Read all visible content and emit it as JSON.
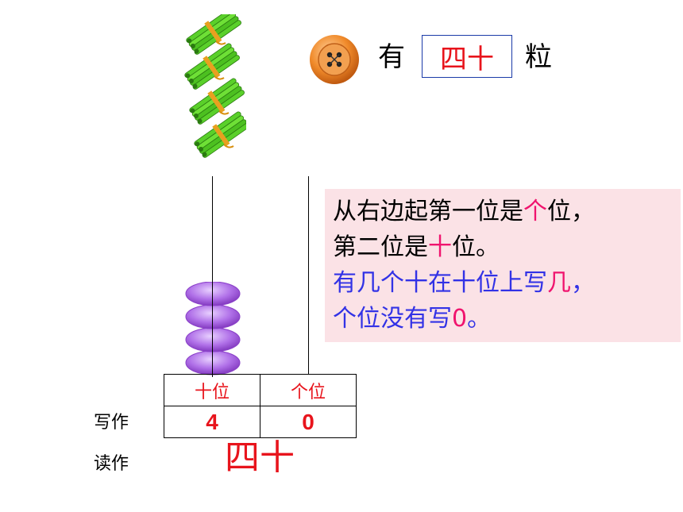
{
  "top": {
    "has_text": "有",
    "answer": "四十",
    "unit_text": "粒"
  },
  "rule": {
    "line1_a": "从右边起第一位是",
    "line1_b": "个",
    "line1_c": "位，",
    "line2_a": "第二位是",
    "line2_b": "十",
    "line2_c": "位。",
    "line3_a": "有几个十在十位上写",
    "line3_b": "几",
    "line3_c": "，",
    "line4_a": "个位没有写",
    "line4_b": "0",
    "line4_c": "。"
  },
  "place_table": {
    "tens_header": "十位",
    "ones_header": "个位",
    "tens_digit": "4",
    "ones_digit": "0"
  },
  "labels": {
    "write": "写作",
    "read": "读作"
  },
  "read_value": "四十",
  "abacus": {
    "tens_beads": 4,
    "ones_beads": 0
  },
  "bundles_of_ten": 4,
  "colors": {
    "answer_red": "#e8141c",
    "highlight_magenta": "#f0146e",
    "rule_blue": "#3232e6",
    "rule_bg": "#fbe2e6",
    "bead_purple": "#b070e8",
    "stick_green": "#5ad02a"
  }
}
